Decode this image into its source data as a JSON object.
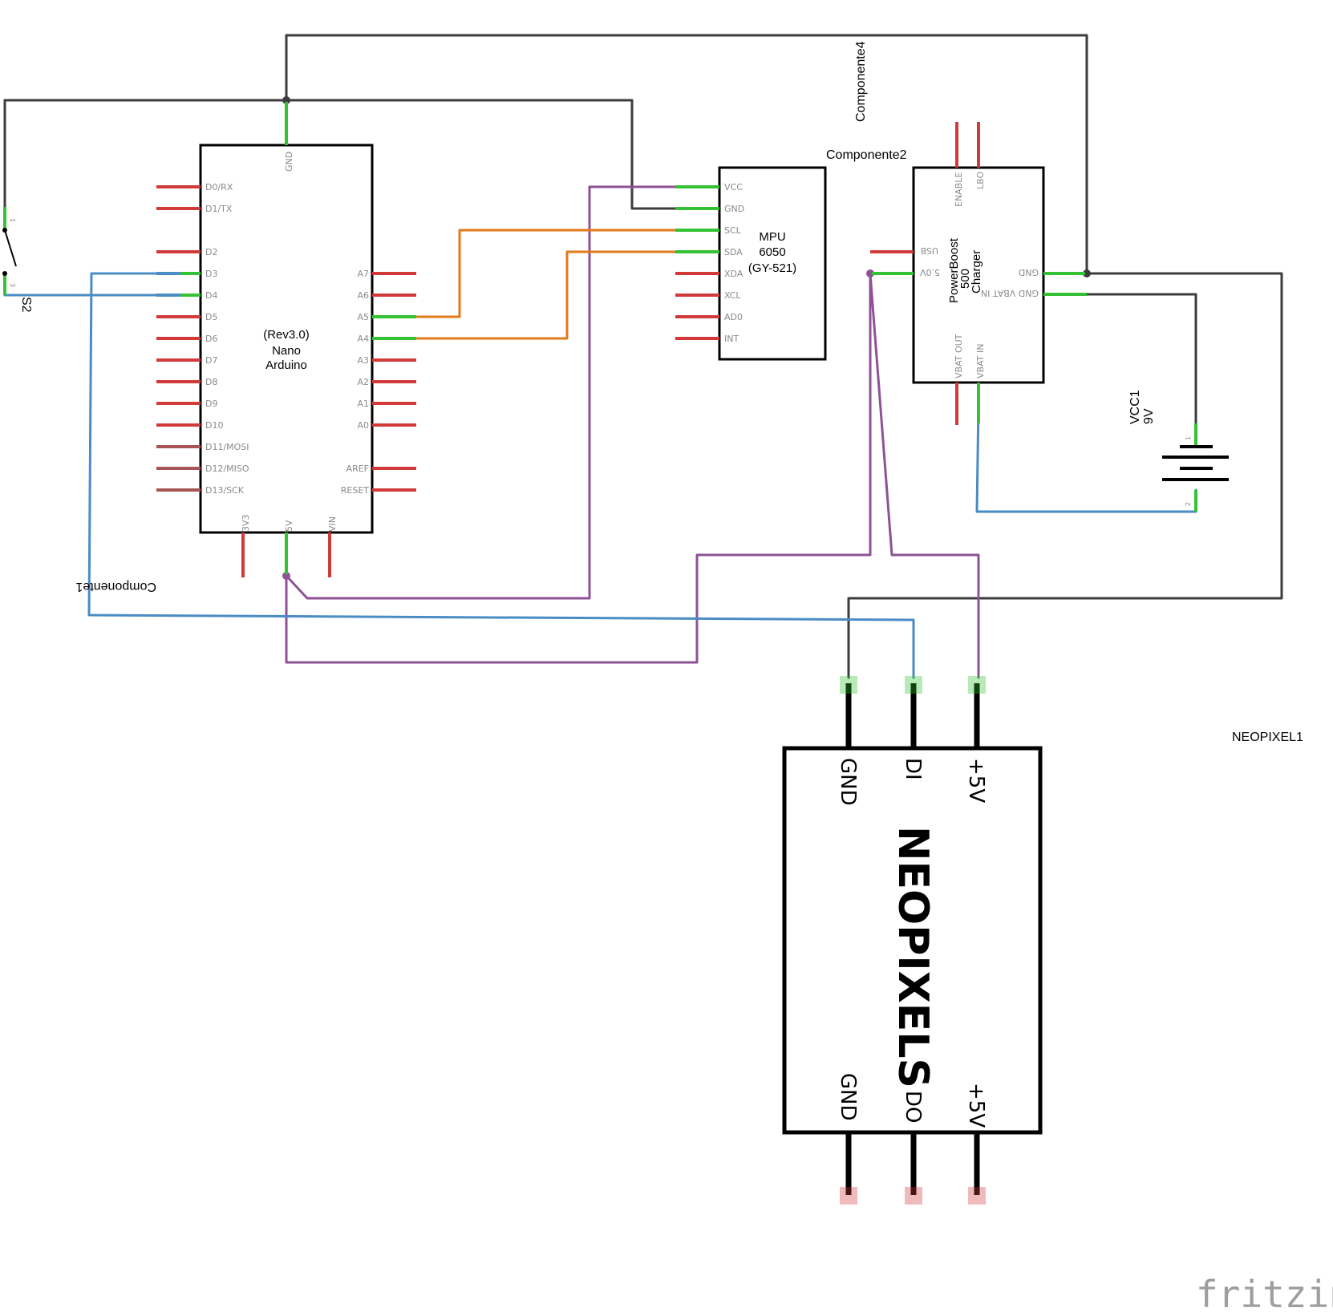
{
  "colors": {
    "gnd_wire": "#3c3c3c",
    "vcc_wire": "#8e5196",
    "i2c_wire": "#e07a1a",
    "signal_wire": "#4a8cc4",
    "pin_unconnected": "#d23a3a",
    "pin_connected": "#34c234",
    "part_outline": "#000000",
    "pin_label": "#8a8a8a"
  },
  "components": {
    "arduino": {
      "title_lines": [
        "(Rev3.0)",
        "Nano",
        "Arduino"
      ],
      "label": "Componente1",
      "left_pins": [
        "D0/RX",
        "D1/TX",
        "D2",
        "D3",
        "D4",
        "D5",
        "D6",
        "D7",
        "D8",
        "D9",
        "D10",
        "D11/MOSI",
        "D12/MISO",
        "D13/SCK"
      ],
      "right_pins": [
        "A7",
        "A6",
        "A5",
        "A4",
        "A3",
        "A2",
        "A1",
        "A0",
        "AREF",
        "RESET"
      ],
      "top_pins": [
        "GND"
      ],
      "bottom_pins": [
        "3V3",
        "5V",
        "VIN"
      ]
    },
    "mpu": {
      "title_lines": [
        "MPU",
        "6050",
        "(GY-521)"
      ],
      "label": "Componente2",
      "pins": [
        "VCC",
        "GND",
        "SCL",
        "SDA",
        "XDA",
        "XCL",
        "AD0",
        "INT"
      ]
    },
    "powerboost": {
      "title_lines": [
        "PowerBoost",
        "500",
        "Charger"
      ],
      "label": "Componente4",
      "top_pins": [
        "ENABLE",
        "LBO"
      ],
      "left_pins": [
        "USB",
        "5.0V"
      ],
      "right_pins": [
        "GND",
        "GND VBAT IN"
      ],
      "bottom_pins": [
        "VBAT OUT",
        "VBAT IN"
      ]
    },
    "battery": {
      "label_lines": [
        "VCC1",
        "9V"
      ],
      "pins": [
        "1",
        "2"
      ]
    },
    "switch": {
      "label": "S2",
      "pins": [
        "1",
        "3"
      ]
    },
    "neopixels": {
      "title": "NEOPIXELS",
      "label": "NEOPIXEL1",
      "top_pins": [
        "GND",
        "DI",
        "+5V"
      ],
      "bottom_pins": [
        "GND",
        "DO",
        "+5V"
      ]
    }
  },
  "watermark": "fritzing"
}
